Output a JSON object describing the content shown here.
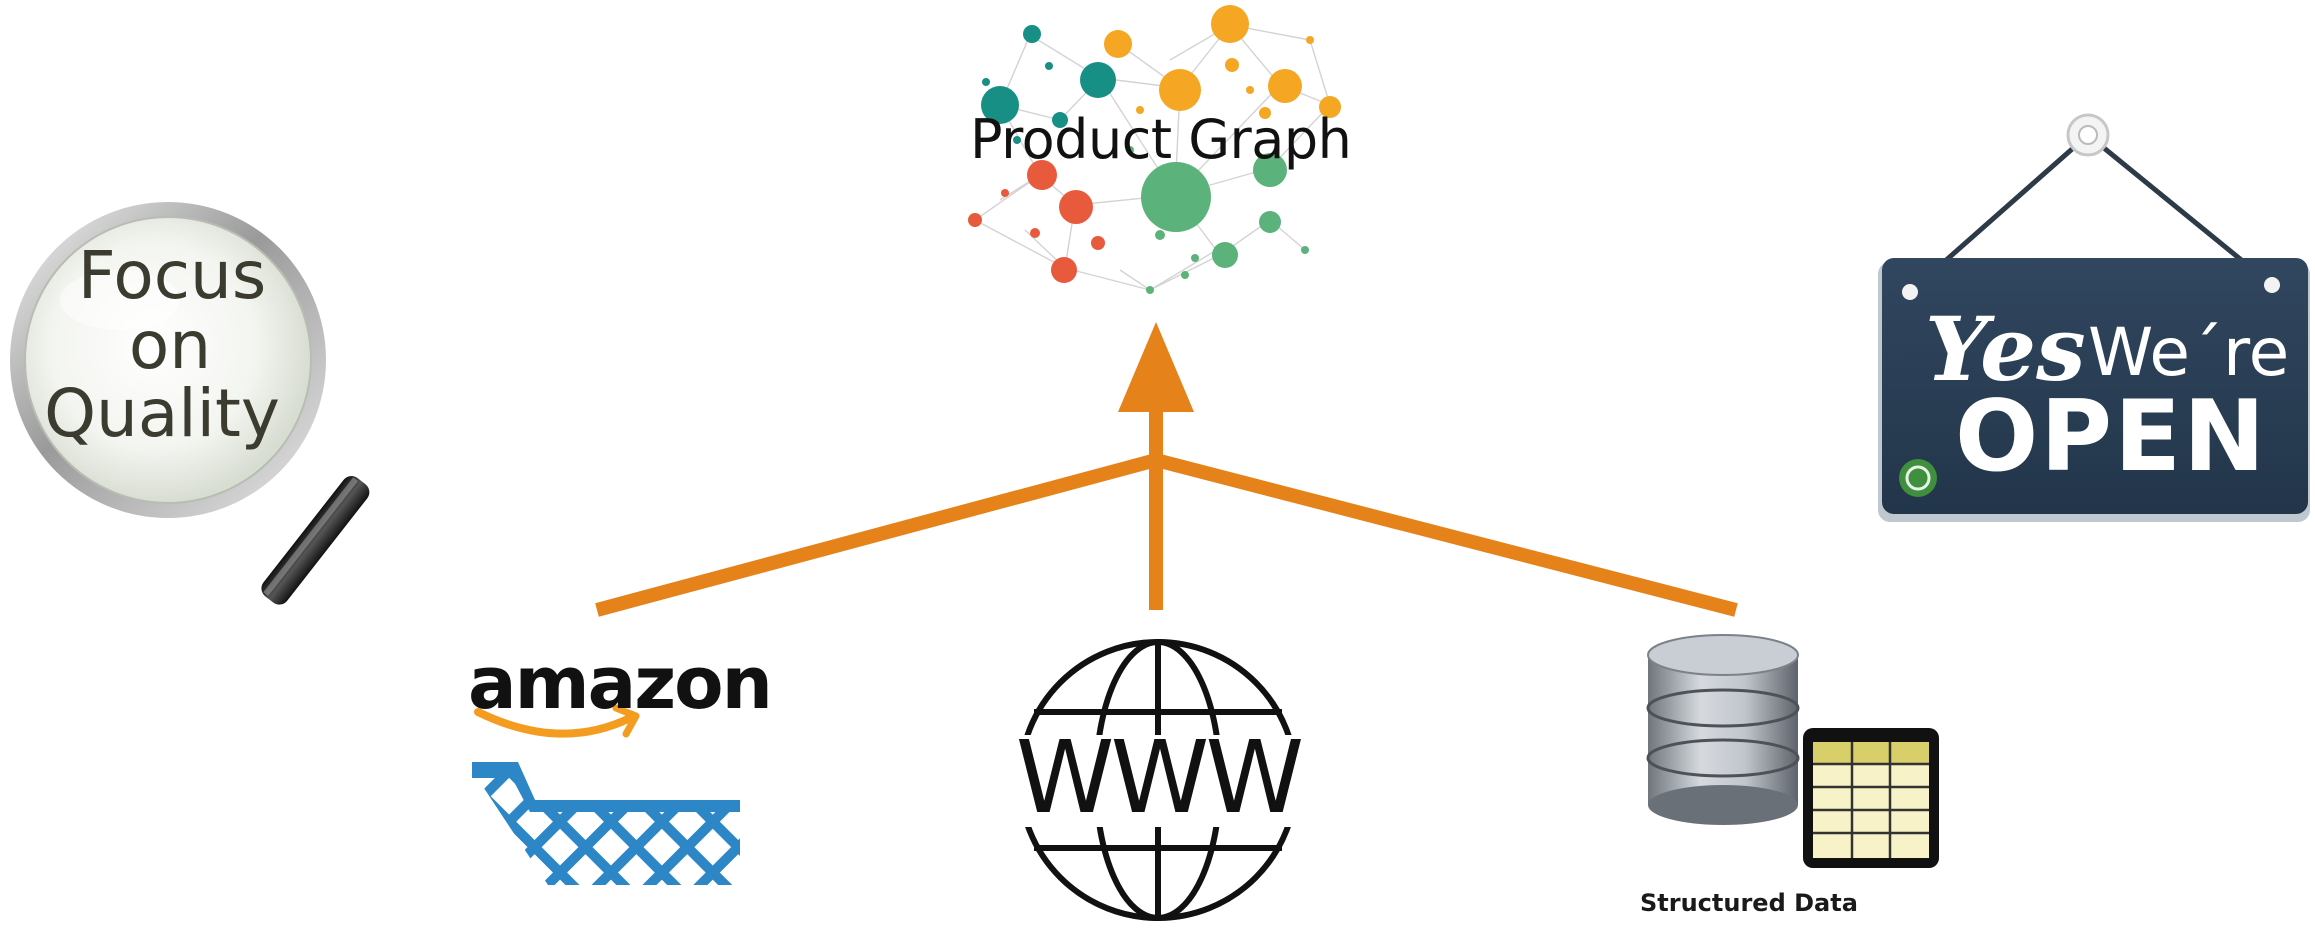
{
  "diagram": {
    "target_label": "Product Graph",
    "sources": [
      {
        "name": "amazon",
        "label": "amazon"
      },
      {
        "name": "www",
        "label": "WWW"
      },
      {
        "name": "structured-data",
        "label": "Structured Data"
      }
    ]
  },
  "badges": {
    "quality": {
      "line1": "Focus",
      "line2": "on",
      "line3": "Quality"
    },
    "open_sign": {
      "line1": "Yes",
      "line2": "We´re",
      "line3": "OPEN"
    }
  },
  "colors": {
    "arrow": "#E5821A",
    "graph_teal": "#178F85",
    "graph_orange": "#F5A623",
    "graph_red": "#E85A3C",
    "graph_green": "#5BB27A",
    "amazon_orange": "#F39C1F",
    "cart_blue": "#2D86C6",
    "sign_bg": "#2B4058"
  },
  "icons": [
    "magnifier-icon",
    "network-graph-icon",
    "shopping-cart-icon",
    "globe-icon",
    "database-icon",
    "table-icon",
    "open-sign-icon"
  ]
}
